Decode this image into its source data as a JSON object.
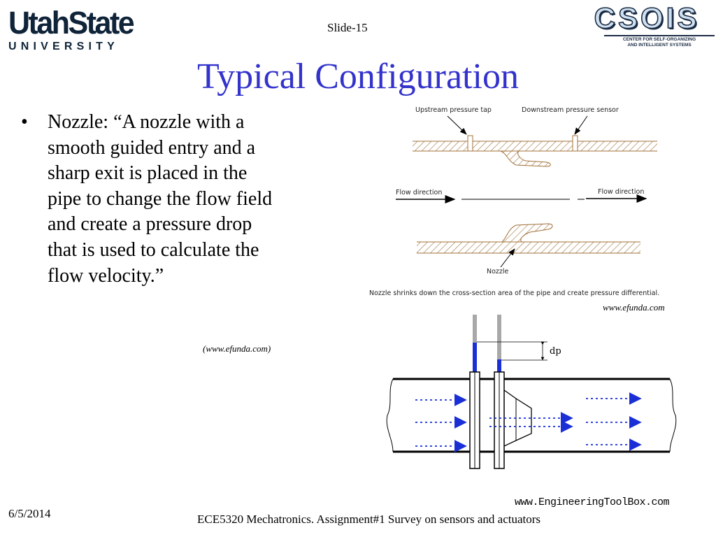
{
  "header": {
    "slide_number": "Slide-15",
    "title": "Typical Configuration",
    "left_logo": {
      "name": "UtahState",
      "sub": "UNIVERSITY"
    },
    "right_logo": {
      "name": "CSOIS",
      "sub_line1": "CENTER FOR SELF-ORGANIZING",
      "sub_line2": "AND INTELLIGENT SYSTEMS"
    }
  },
  "bullet": {
    "symbol": "•",
    "text": "Nozzle: “A nozzle with a smooth guided entry and a sharp exit is placed in the pipe to change the flow field and create a pressure drop that is used to calculate the flow velocity.”",
    "source": "(www.efunda.com)"
  },
  "figure_nozzle": {
    "upstream_label": "Upstream pressure tap",
    "downstream_label": "Downstream pressure sensor",
    "flow_left": "Flow direction",
    "flow_right": "Flow direction",
    "nozzle_label": "Nozzle",
    "caption": "Nozzle shrinks down the cross-section area of the pipe and create pressure differential.",
    "credit": "www.efunda.com"
  },
  "figure_pipe": {
    "dp_label": "dp",
    "credit": "www.EngineeringToolBox.com"
  },
  "footer": {
    "date": "6/5/2014",
    "course": "ECE5320 Mechatronics. Assignment#1 Survey on sensors and actuators"
  },
  "colors": {
    "title": "#3333cc",
    "pipe_hatch": "#a0703a",
    "flow_arrows": "#1a2fd6"
  }
}
